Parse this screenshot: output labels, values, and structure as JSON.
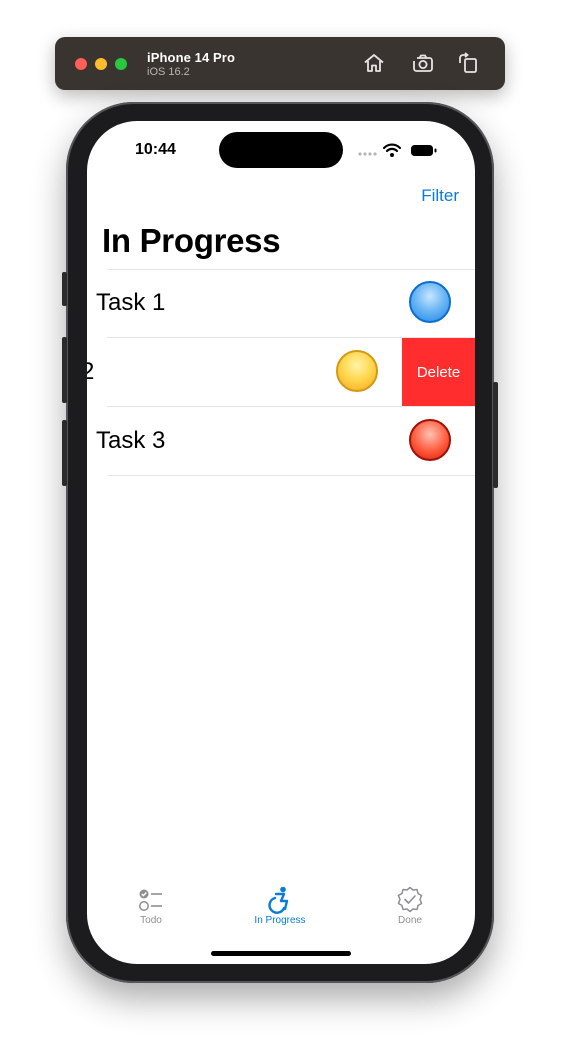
{
  "simulator": {
    "device": "iPhone 14 Pro",
    "os": "iOS 16.2",
    "buttons": [
      {
        "icon": "home-icon"
      },
      {
        "icon": "screenshot-icon"
      },
      {
        "icon": "rotate-icon"
      }
    ]
  },
  "status_bar": {
    "time": "10:44",
    "icons": [
      "signal-dots-icon",
      "wifi-icon",
      "battery-icon"
    ]
  },
  "nav": {
    "filter_label": "Filter",
    "title": "In Progress"
  },
  "tasks": [
    {
      "label": "Task 1",
      "status_color": "#1e86e6",
      "swiped": false
    },
    {
      "label": "2",
      "status_color": "#ffd54a",
      "swiped": true,
      "delete_label": "Delete"
    },
    {
      "label": "Task 3",
      "status_color": "#ff5a3c",
      "swiped": false
    }
  ],
  "tabs": [
    {
      "label": "Todo",
      "icon": "checklist-icon",
      "active": false
    },
    {
      "label": "In Progress",
      "icon": "accessibility-icon",
      "active": true
    },
    {
      "label": "Done",
      "icon": "checkmark-seal-icon",
      "active": false
    }
  ],
  "colors": {
    "accent": "#0a7bd9",
    "delete": "#ff2d2d",
    "inactive_tab": "#8e8e93"
  }
}
